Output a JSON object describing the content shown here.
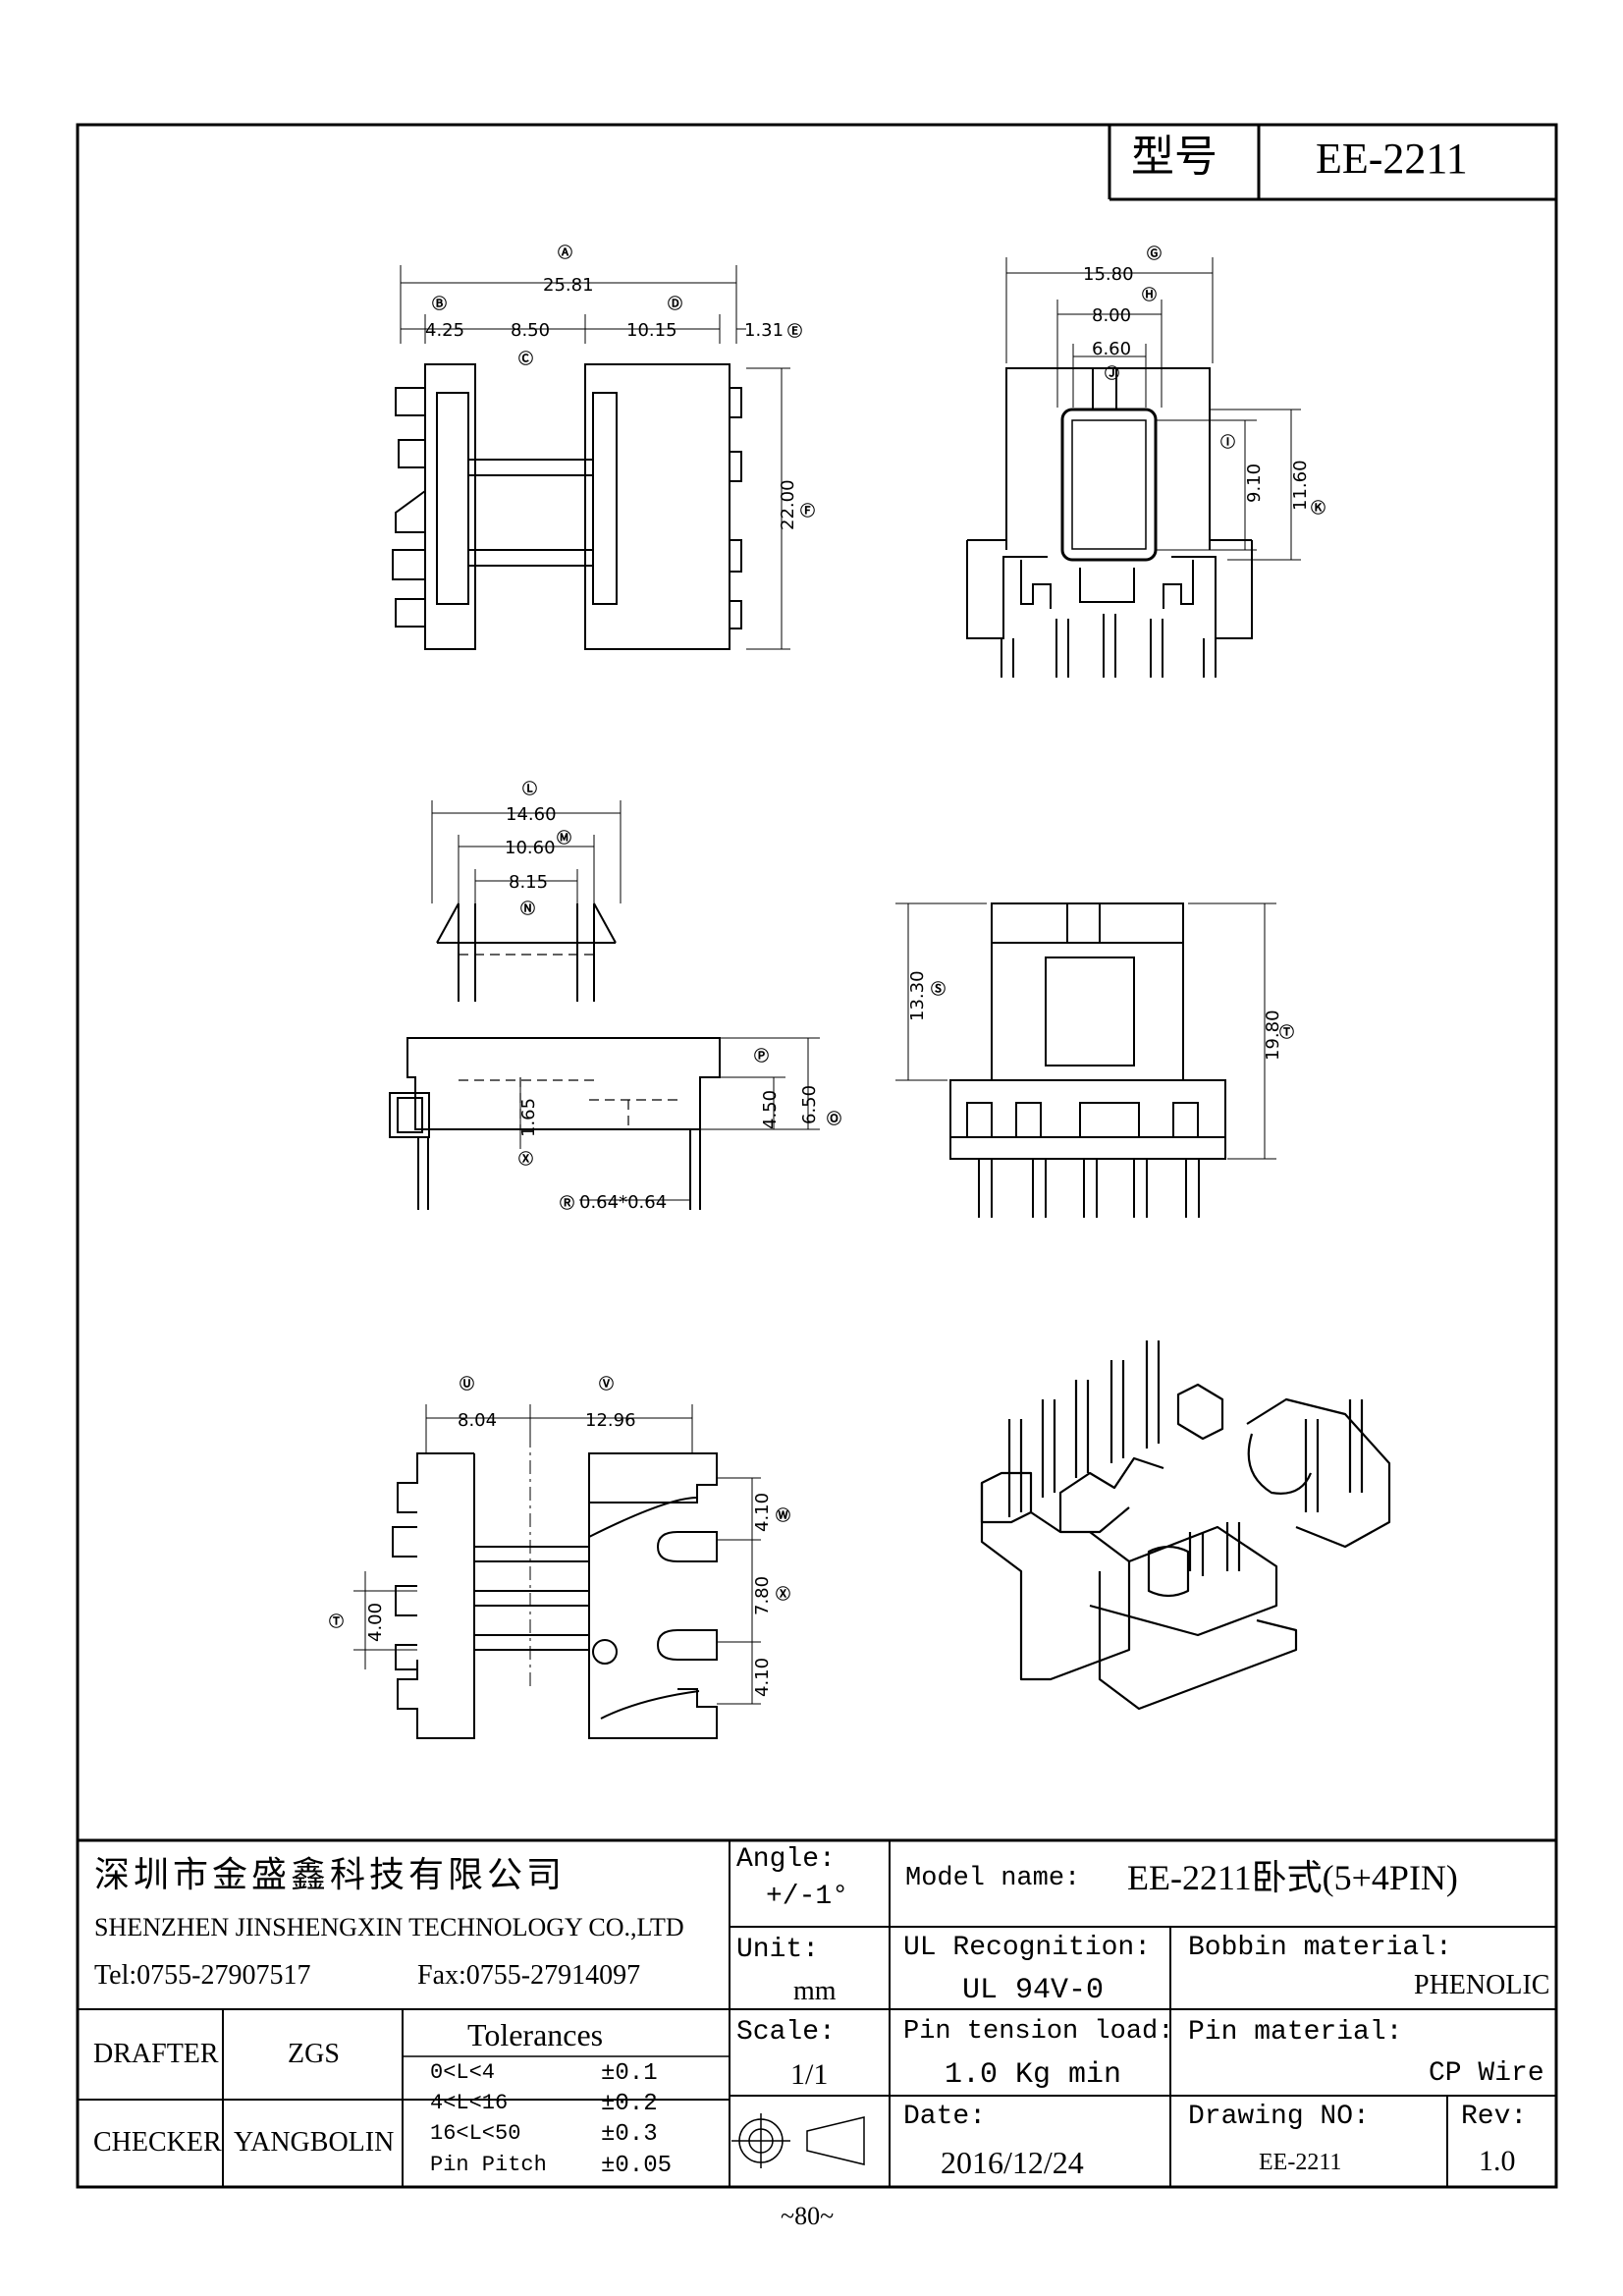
{
  "title_block": {
    "model_label": "型号",
    "model_value": "EE-2211",
    "company_cn": "深圳市金盛鑫科技有限公司",
    "company_en": "SHENZHEN JINSHENGXIN TECHNOLOGY CO.,LTD",
    "tel": "Tel:0755-27907517",
    "fax": "Fax:0755-27914097",
    "angle_label": "Angle:",
    "angle_value": "+/-1°",
    "model_name_label": "Model name:",
    "model_name_value": "EE-2211卧式(5+4PIN)",
    "unit_label": "Unit:",
    "unit_value": "mm",
    "ul_label": "UL Recognition:",
    "ul_value": "UL 94V-0",
    "bobbin_label": "Bobbin material:",
    "bobbin_value": "PHENOLIC",
    "drafter_label": "DRAFTER",
    "drafter_value": "ZGS",
    "checker_label": "CHECKER",
    "checker_value": "YANGBOLIN",
    "tolerances_label": "Tolerances",
    "tolerances": [
      {
        "range": "0<L<4",
        "tol": "±0.1"
      },
      {
        "range": "4<L<16",
        "tol": "±0.2"
      },
      {
        "range": "16<L<50",
        "tol": "±0.3"
      },
      {
        "range": "Pin Pitch",
        "tol": "±0.05"
      }
    ],
    "scale_label": "Scale:",
    "scale_value": "1/1",
    "pin_tension_label": "Pin tension load:",
    "pin_tension_value": "1.0 Kg min",
    "pin_material_label": "Pin material:",
    "pin_material_value": "CP Wire",
    "date_label": "Date:",
    "date_value": "2016/12/24",
    "drawing_no_label": "Drawing NO:",
    "drawing_no_value": "EE-2211",
    "rev_label": "Rev:",
    "rev_value": "1.0"
  },
  "page_number": "~80~",
  "dims": {
    "A": "25.81",
    "B": "4.25",
    "C": "8.50",
    "D": "10.15",
    "E": "1.31",
    "F": "22.00",
    "G": "15.80",
    "H": "8.00",
    "J": "6.60",
    "I": "9.10",
    "K": "11.60",
    "L": "14.60",
    "M": "10.60",
    "N": "8.15",
    "P": "4.50",
    "O": "6.50",
    "X1": "1.65",
    "R": "0.64*0.64",
    "S": "13.30",
    "T": "19.80",
    "U": "8.04",
    "V": "12.96",
    "W": "4.10",
    "X2": "7.80",
    "W2": "4.10",
    "T2": "4.00"
  },
  "markers": {
    "A": "Ⓐ",
    "B": "Ⓑ",
    "C": "Ⓒ",
    "D": "Ⓓ",
    "E": "Ⓔ",
    "F": "Ⓕ",
    "G": "Ⓖ",
    "H": "Ⓗ",
    "I": "Ⓘ",
    "J": "Ⓙ",
    "K": "Ⓚ",
    "L": "Ⓛ",
    "M": "Ⓜ",
    "N": "Ⓝ",
    "O": "Ⓞ",
    "P": "Ⓟ",
    "R": "Ⓡ",
    "S": "Ⓢ",
    "T": "Ⓣ",
    "U": "Ⓤ",
    "V": "Ⓥ",
    "W": "Ⓦ",
    "X": "Ⓧ"
  }
}
